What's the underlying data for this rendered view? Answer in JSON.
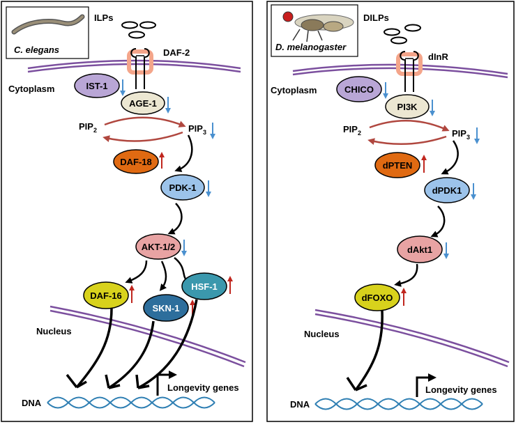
{
  "left": {
    "organism": "C. elegans",
    "ligand": "ILPs",
    "receptor": "DAF-2",
    "cytoplasm": "Cytoplasm",
    "pip2": "PIP",
    "pip2_sub": "2",
    "pip3": "PIP",
    "pip3_sub": "3",
    "nucleus": "Nucleus",
    "dna": "DNA",
    "genes": "Longevity genes",
    "nodes": {
      "ist1": "IST-1",
      "age1": "AGE-1",
      "daf18": "DAF-18",
      "pdk1": "PDK-1",
      "akt": "AKT-1/2",
      "daf16": "DAF-16",
      "skn1": "SKN-1",
      "hsf1": "HSF-1"
    }
  },
  "right": {
    "organism": "D. melanogaster",
    "ligand": "DILPs",
    "receptor": "dInR",
    "cytoplasm": "Cytoplasm",
    "pip2": "PIP",
    "pip2_sub": "2",
    "pip3": "PIP",
    "pip3_sub": "3",
    "nucleus": "Nucleus",
    "dna": "DNA",
    "genes": "Longevity genes",
    "nodes": {
      "chico": "CHICO",
      "pi3k": "PI3K",
      "dpten": "dPTEN",
      "dpdk1": "dPDK1",
      "dakt1": "dAkt1",
      "dfoxo": "dFOXO"
    }
  },
  "colors": {
    "membrane": "#7b4f9e",
    "receptor_ring": "#f4a58a",
    "lavender": "#b9a6d6",
    "beige": "#ece7d2",
    "orange": "#e06a12",
    "lightblue": "#9cc3ea",
    "pink": "#e8a3a3",
    "yellow": "#d8d21c",
    "darkblue": "#2d6e9c",
    "teal": "#3b98ad",
    "cycle": "#b0473f",
    "arrow_up": "#c0261e",
    "arrow_down": "#4a90cf",
    "dna": "#2f7fb3"
  }
}
